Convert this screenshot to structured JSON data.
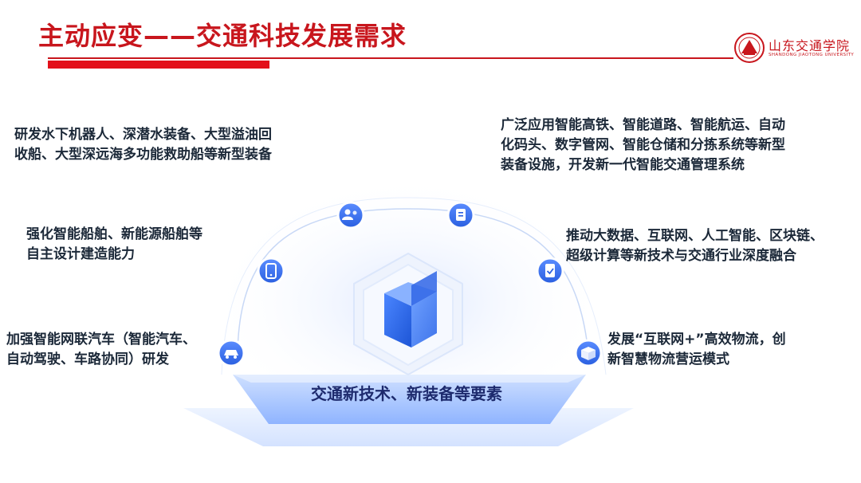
{
  "slide": {
    "title": "主动应变——交通科技发展需求",
    "base_label": "交通新技术、新装备等要素"
  },
  "logo": {
    "name_cn": "山东交通学院",
    "name_en": "SHANDONG JIAOTONG UNIVERSITY"
  },
  "items": [
    {
      "line1": "研发水下机器人、深潜水装备、大型溢油回",
      "line2": "收船、大型深远海多功能救助船等新型装备",
      "line3": ""
    },
    {
      "line1": "强化智能船舶、新能源船舶等",
      "line2": "自主设计建造能力",
      "line3": ""
    },
    {
      "line1": "加强智能网联汽车（智能汽车、",
      "line2": "自动驾驶、车路协同）研发",
      "line3": ""
    },
    {
      "line1": "广泛应用智能高铁、智能道路、智能航运、自动",
      "line2": "化码头、数字管网、智能仓储和分拣系统等新型",
      "line3": "装备设施，开发新一代智能交通管理系统"
    },
    {
      "line1": "推动大数据、互联网、人工智能、区块链、",
      "line2": "超级计算等新技术与交通行业深度融合",
      "line3": ""
    },
    {
      "line1": "发展“互联网+”高效物流，创",
      "line2": "新智慧物流营运模式",
      "line3": ""
    }
  ],
  "colors": {
    "title_red": "#c8161d",
    "accent_blue": "#2f6be6",
    "text_dark": "#1b2838"
  },
  "icons": [
    "users-icon",
    "clipboard-icon",
    "phone-icon",
    "checklist-icon",
    "car-icon",
    "box-icon"
  ]
}
